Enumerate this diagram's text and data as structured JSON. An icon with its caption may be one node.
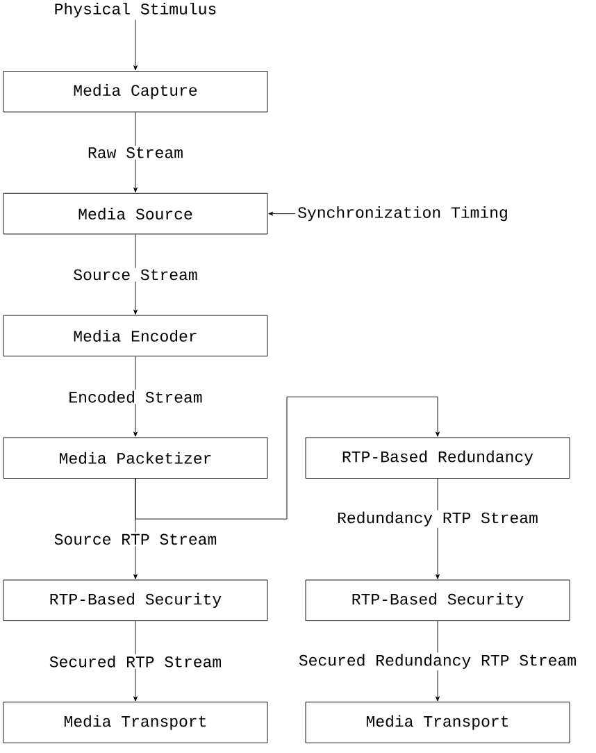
{
  "diagram": {
    "nodes": [
      {
        "text": [
          "Physical Stimulus"
        ]
      },
      {
        "text": [
          "Media Capture"
        ]
      },
      {
        "text": [
          "Media Source"
        ]
      },
      {
        "text": [
          "Media Encoder"
        ]
      },
      {
        "text": [
          "Media Packetizer"
        ]
      },
      {
        "text": [
          "RTP-Based Redundancy"
        ]
      },
      {
        "text": [
          "RTP-Based Security"
        ]
      },
      {
        "text": [
          "RTP-Based Security"
        ]
      },
      {
        "text": [
          "Media Transport"
        ]
      },
      {
        "text": [
          "Media Transport"
        ]
      },
      {
        "text": [
          "Synchronization Timing"
        ]
      }
    ],
    "edges": [
      {
        "from": 0,
        "to": 1,
        "arrow": "to"
      },
      {
        "from": 1,
        "to": 2,
        "arrow": "to",
        "label": "Raw Stream"
      },
      {
        "from": 2,
        "to": 3,
        "arrow": "to",
        "label": "Source Stream"
      },
      {
        "from": 3,
        "to": 4,
        "arrow": "to",
        "label": "Encoded Stream"
      },
      {
        "from": 4,
        "to": 6,
        "arrow": "to",
        "label": "Source RTP Stream"
      },
      {
        "from": 4,
        "to": 5,
        "arrow": "to"
      },
      {
        "from": 5,
        "to": 7,
        "arrow": "to",
        "label": "Redundancy RTP Stream"
      },
      {
        "from": 6,
        "to": 8,
        "arrow": "to",
        "label": "Secured RTP Stream"
      },
      {
        "from": 7,
        "to": 9,
        "arrow": "to",
        "label": "Secured Redundancy RTP Stream"
      },
      {
        "from": 10,
        "to": 2,
        "arrow": "to"
      }
    ]
  }
}
